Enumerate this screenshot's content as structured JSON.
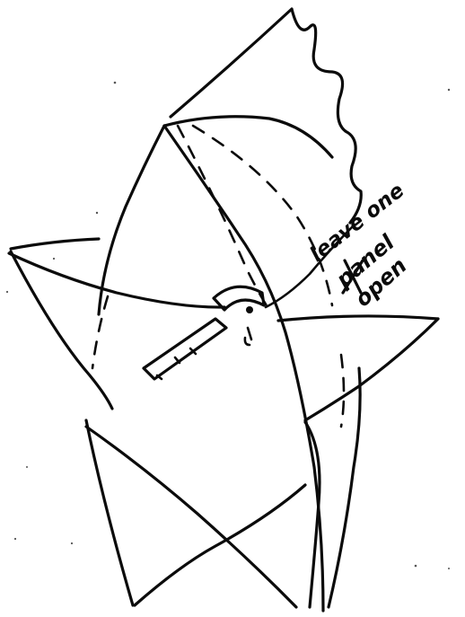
{
  "annotation": {
    "line1": "leave one",
    "line2": "panel",
    "line3": "open"
  }
}
